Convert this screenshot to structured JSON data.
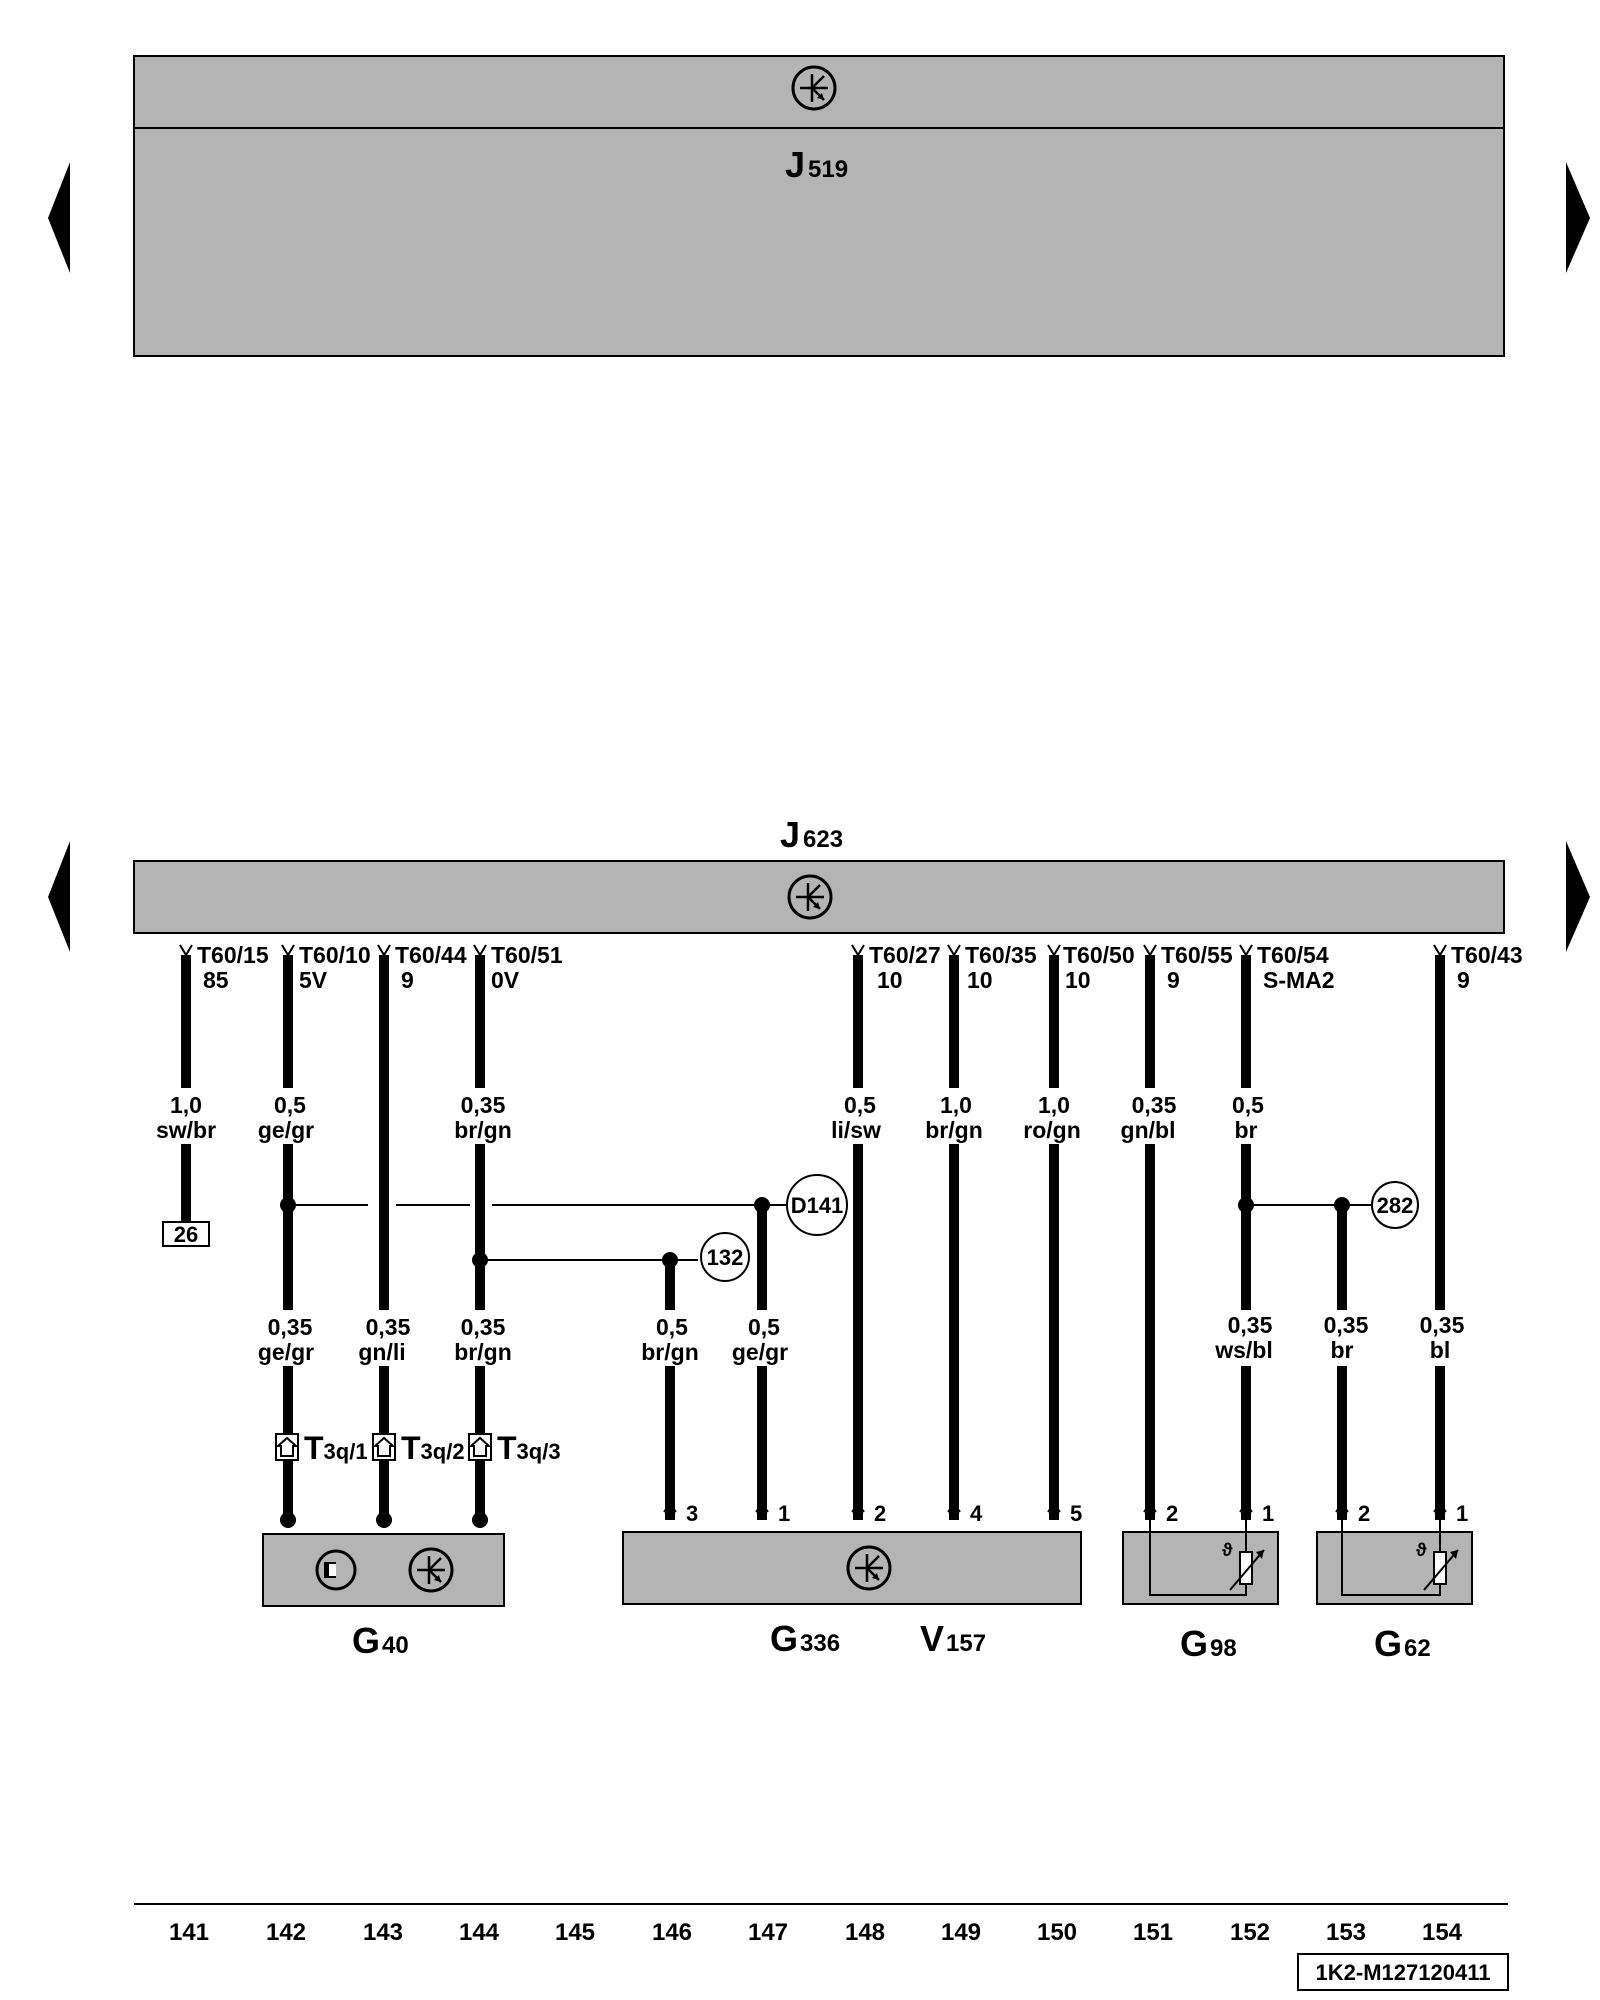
{
  "top_module": {
    "name": "J",
    "sub": "519"
  },
  "bottom_module": {
    "name": "J",
    "sub": "623"
  },
  "pins": [
    {
      "id": "T60/15",
      "value": "85"
    },
    {
      "id": "T60/10",
      "value": "5V"
    },
    {
      "id": "T60/44",
      "value": "9"
    },
    {
      "id": "T60/51",
      "value": "0V"
    },
    {
      "id": "T60/27",
      "value": "10"
    },
    {
      "id": "T60/35",
      "value": "10"
    },
    {
      "id": "T60/50",
      "value": "10"
    },
    {
      "id": "T60/55",
      "value": "9"
    },
    {
      "id": "T60/54",
      "value": "S-MA2"
    },
    {
      "id": "T60/43",
      "value": "9"
    }
  ],
  "upper_wires": [
    {
      "size": "1,0",
      "color": "sw/br"
    },
    {
      "size": "0,5",
      "color": "ge/gr"
    },
    {
      "size": "0,35",
      "color": "br/gn"
    },
    {
      "size": "0,5",
      "color": "li/sw"
    },
    {
      "size": "1,0",
      "color": "br/gn"
    },
    {
      "size": "1,0",
      "color": "ro/gn"
    },
    {
      "size": "0,35",
      "color": "gn/bl"
    },
    {
      "size": "0,5",
      "color": "br"
    }
  ],
  "lower_wires": [
    {
      "size": "0,35",
      "color": "ge/gr"
    },
    {
      "size": "0,35",
      "color": "gn/li"
    },
    {
      "size": "0,35",
      "color": "br/gn"
    },
    {
      "size": "0,5",
      "color": "br/gn"
    },
    {
      "size": "0,5",
      "color": "ge/gr"
    },
    {
      "size": "0,35",
      "color": "ws/bl"
    },
    {
      "size": "0,35",
      "color": "br"
    },
    {
      "size": "0,35",
      "color": "bl"
    }
  ],
  "ref_box": "26",
  "junctions": {
    "d141": "D141",
    "j132": "132",
    "j282": "282"
  },
  "connectors": [
    {
      "name": "T",
      "sub": "3q/1"
    },
    {
      "name": "T",
      "sub": "3q/2"
    },
    {
      "name": "T",
      "sub": "3q/3"
    }
  ],
  "terminals": [
    "3",
    "1",
    "2",
    "4",
    "5",
    "2",
    "1",
    "2",
    "1"
  ],
  "components": [
    {
      "name": "G",
      "sub": "40"
    },
    {
      "name": "G",
      "sub": "336"
    },
    {
      "name": "V",
      "sub": "157"
    },
    {
      "name": "G",
      "sub": "98"
    },
    {
      "name": "G",
      "sub": "62"
    }
  ],
  "columns": [
    "141",
    "142",
    "143",
    "144",
    "145",
    "146",
    "147",
    "148",
    "149",
    "150",
    "151",
    "152",
    "153",
    "154"
  ],
  "diagram_id": "1K2-M127120411",
  "colors": {
    "module_fill": "#b4b4b4",
    "line": "#000000"
  }
}
